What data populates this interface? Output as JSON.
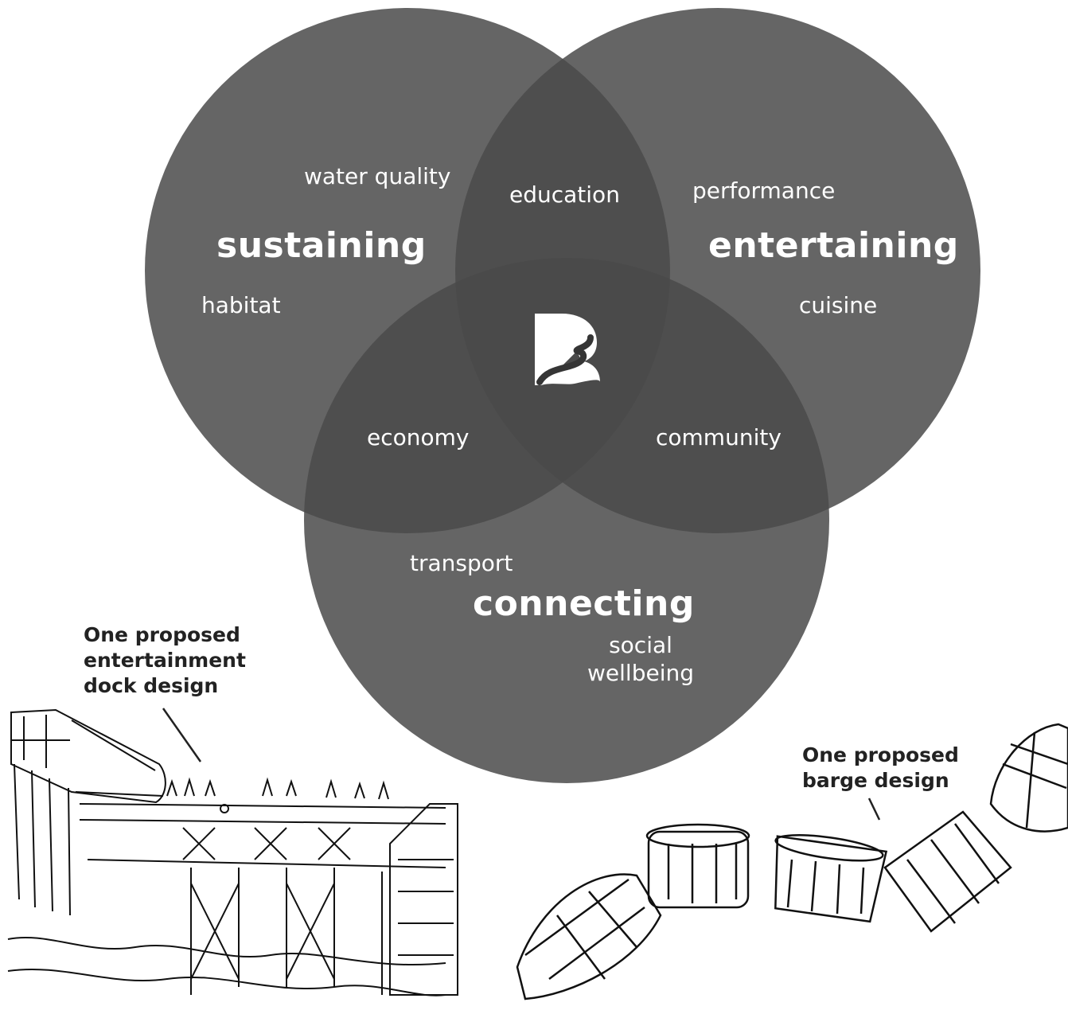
{
  "venn": {
    "sets": [
      {
        "name": "sustaining",
        "items": [
          "water quality",
          "habitat"
        ]
      },
      {
        "name": "entertaining",
        "items": [
          "performance",
          "cuisine"
        ]
      },
      {
        "name": "connecting",
        "items": [
          "transport",
          "social wellbeing"
        ]
      }
    ],
    "overlaps": {
      "sustaining_entertaining": "education",
      "sustaining_connecting": "economy",
      "entertaining_connecting": "community"
    },
    "center_logo": "river-b-logo"
  },
  "labels": {
    "sustaining": "sustaining",
    "entertaining": "entertaining",
    "connecting": "connecting",
    "water_quality": "water quality",
    "habitat": "habitat",
    "performance": "performance",
    "cuisine": "cuisine",
    "transport": "transport",
    "social": "social",
    "wellbeing": "wellbeing",
    "education": "education",
    "economy": "economy",
    "community": "community"
  },
  "captions": {
    "dock": [
      "One proposed",
      "entertainment",
      "dock design"
    ],
    "barge": [
      "One proposed",
      "barge design"
    ]
  },
  "colors": {
    "circle": "#505050",
    "text": "#ffffff",
    "caption": "#222222",
    "background": "#ffffff"
  }
}
